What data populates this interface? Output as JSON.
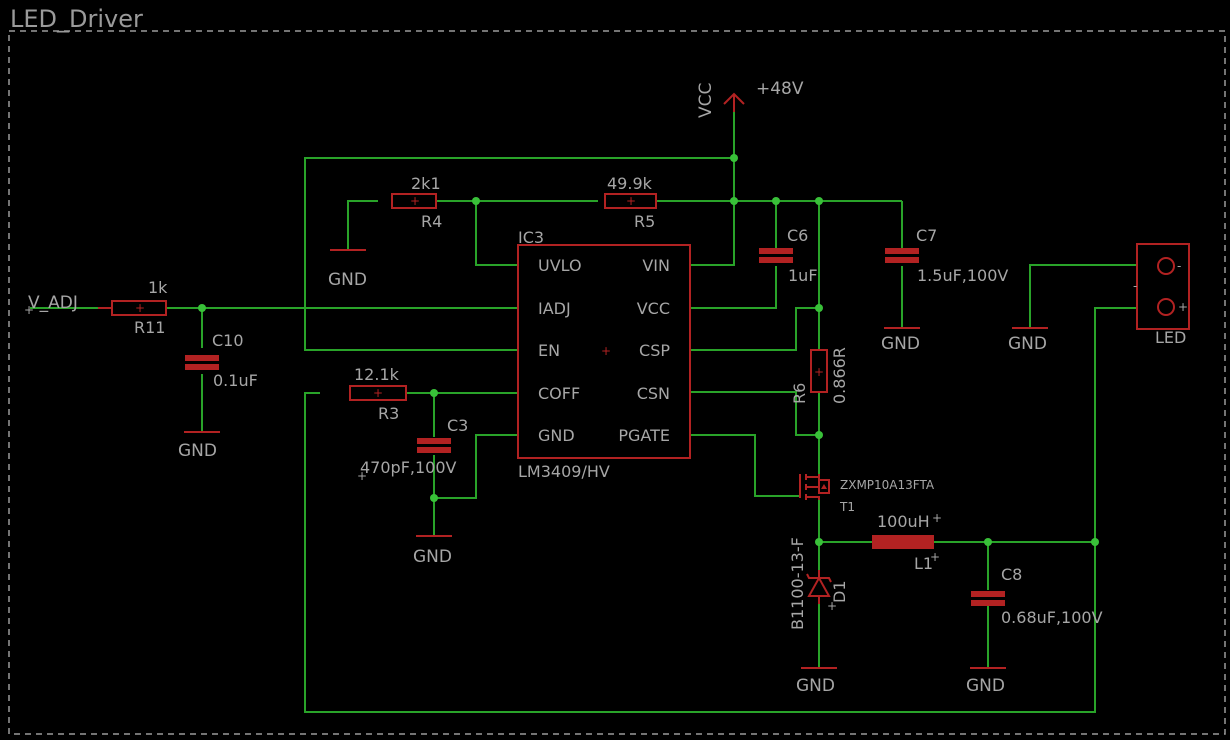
{
  "frame": {
    "title": "LED_Driver"
  },
  "net_labels": {
    "v_adj": "V_ADJ",
    "vcc": "VCC",
    "plus48": "+48V",
    "gnd": "GND"
  },
  "ic": {
    "name": "IC3",
    "value": "LM3409/HV",
    "pins_left": [
      "UVLO",
      "IADJ",
      "EN",
      "COFF",
      "GND"
    ],
    "pins_right": [
      "VIN",
      "VCC",
      "CSP",
      "CSN",
      "PGATE"
    ]
  },
  "components": {
    "r11": {
      "name": "R11",
      "value": "1k"
    },
    "r4": {
      "name": "R4",
      "value": "2k1"
    },
    "r5": {
      "name": "R5",
      "value": "49.9k"
    },
    "r3": {
      "name": "R3",
      "value": "12.1k"
    },
    "r6": {
      "name": "R6",
      "value": "0.866R"
    },
    "c10": {
      "name": "C10",
      "value": "0.1uF"
    },
    "c3": {
      "name": "C3",
      "value": "470pF,100V"
    },
    "c6": {
      "name": "C6",
      "value": "1uF"
    },
    "c7": {
      "name": "C7",
      "value": "1.5uF,100V"
    },
    "c8": {
      "name": "C8",
      "value": "0.68uF,100V"
    },
    "t1": {
      "name": "T1",
      "value": "ZXMP10A13FTA"
    },
    "l1": {
      "name": "L1",
      "value": "100uH"
    },
    "d1": {
      "name": "D1",
      "value": "B1100-13-F"
    },
    "led": {
      "name": "LED",
      "pin_minus": "-",
      "pin_plus": "+"
    }
  },
  "colors": {
    "wire": "#29a329",
    "part": "#b22222",
    "text": "#a6a6a6",
    "background": "#000000"
  }
}
